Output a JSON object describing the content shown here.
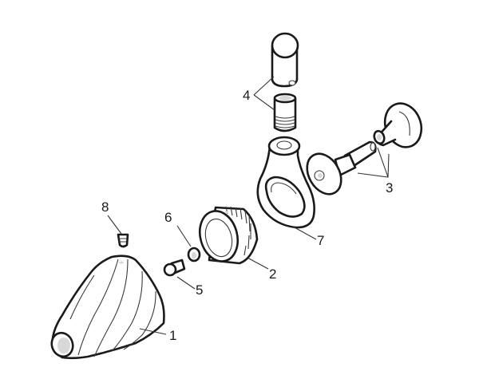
{
  "diagram": {
    "type": "exploded-parts-view",
    "stroke_color": "#1a1a1a",
    "background": "#ffffff",
    "parts": [
      {
        "id": "1",
        "label": "1",
        "description": "fluted cone nozzle housing"
      },
      {
        "id": "2",
        "label": "2",
        "description": "ridged collar ring"
      },
      {
        "id": "3",
        "label": "3",
        "description": "pair of flanged pins (two pieces)"
      },
      {
        "id": "4",
        "label": "4",
        "description": "pair of tube fittings (capped tube and threaded nipple)"
      },
      {
        "id": "5",
        "label": "5",
        "description": "hex bolt"
      },
      {
        "id": "6",
        "label": "6",
        "description": "washer"
      },
      {
        "id": "7",
        "label": "7",
        "description": "banjo swivel body with ring"
      },
      {
        "id": "8",
        "label": "8",
        "description": "small grease fitting / set screw"
      }
    ]
  }
}
